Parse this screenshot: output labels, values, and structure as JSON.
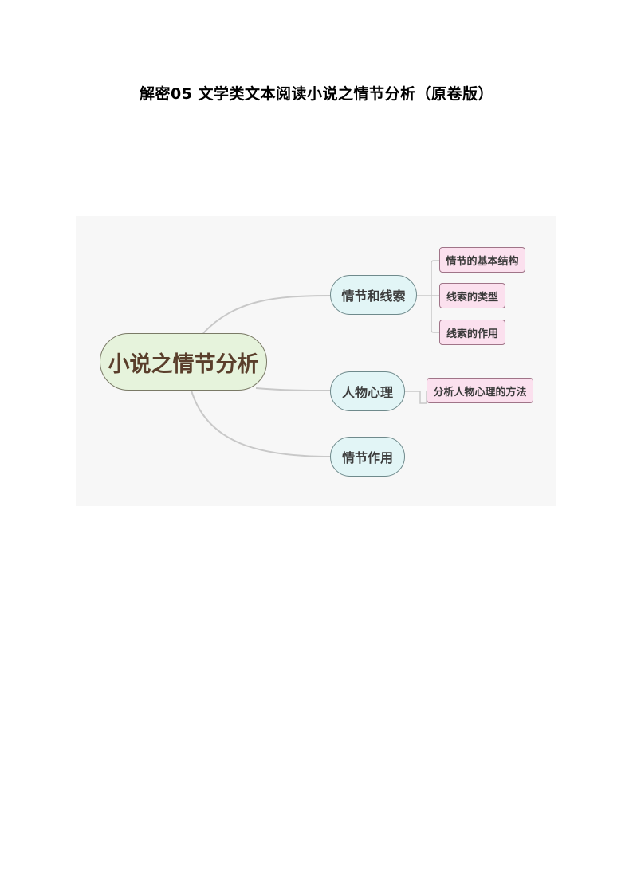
{
  "document": {
    "title": "解密05  文学类文本阅读小说之情节分析（原卷版）"
  },
  "mindmap": {
    "root": "小说之情节分析",
    "branches": [
      {
        "label": "情节和线索",
        "children": [
          "情节的基本结构",
          "线索的类型",
          "线索的作用"
        ]
      },
      {
        "label": "人物心理",
        "children": [
          "分析人物心理的方法"
        ]
      },
      {
        "label": "情节作用",
        "children": []
      }
    ],
    "colors": {
      "background": "#f7f7f7",
      "root_fill": "#e6f3dc",
      "branch_fill": "#e2f5f6",
      "leaf_fill": "#fbe0ee",
      "connector": "#c8c8c8"
    }
  }
}
